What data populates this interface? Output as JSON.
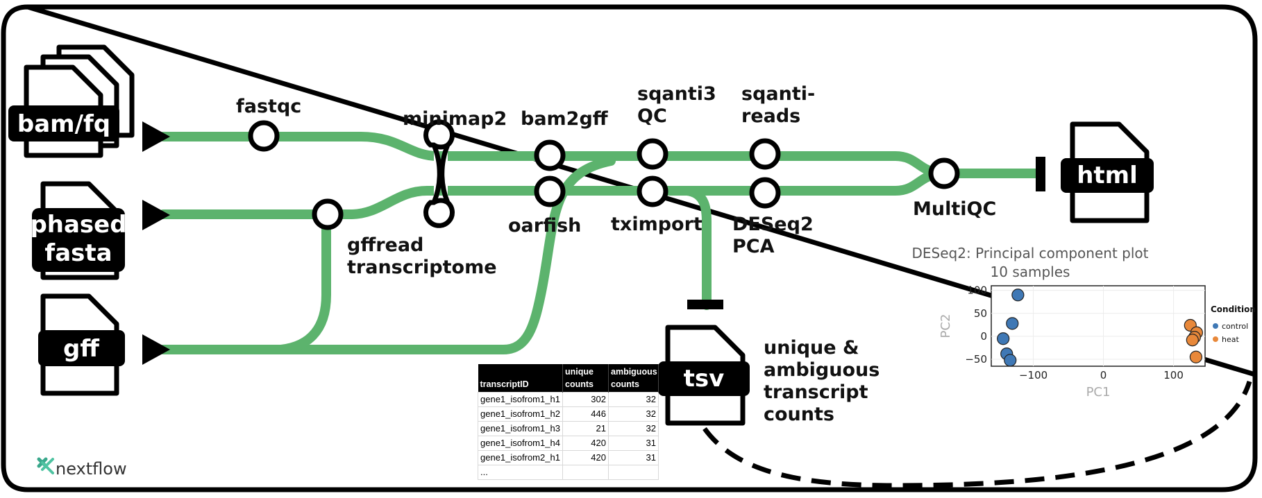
{
  "inputs": [
    {
      "label": "bam/fq",
      "multi": true
    },
    {
      "label": "phased fasta",
      "multi": false
    },
    {
      "label": "gff",
      "multi": false
    }
  ],
  "processes": {
    "fastqc": "fastqc",
    "minimap2": "minimap2",
    "bam2gff": "bam2gff",
    "sqanti3qc": "sqanti3 QC",
    "sqanti_reads": "sqanti- reads",
    "multiqc": "MultiQC",
    "gffread": "gffread transcriptome",
    "oarfish": "oarfish",
    "tximport": "tximport",
    "deseq2": "DESeq2 PCA"
  },
  "outputs": {
    "html": "html",
    "tsv": "tsv",
    "tsv_desc": "unique & ambiguous transcript counts"
  },
  "table": {
    "headers": [
      "transcriptID",
      "unique counts",
      "ambiguous counts"
    ],
    "rows": [
      [
        "gene1_isofrom1_h1",
        "302",
        "32"
      ],
      [
        "gene1_isofrom1_h2",
        "446",
        "32"
      ],
      [
        "gene1_isofrom1_h3",
        "21",
        "32"
      ],
      [
        "gene1_isofrom1_h4",
        "420",
        "31"
      ],
      [
        "gene1_isofrom2_h1",
        "420",
        "31"
      ],
      [
        "...",
        "",
        ""
      ]
    ]
  },
  "logo": "nextflow",
  "colors": {
    "line": "#5cb36d",
    "control": "#3f78b5",
    "heat": "#e8883a"
  },
  "chart_data": {
    "type": "scatter",
    "title": "DESeq2: Principal component plot 10 samples",
    "xlabel": "PC1",
    "ylabel": "PC2",
    "xlim": [
      -160,
      145
    ],
    "ylim": [
      -65,
      110
    ],
    "xticks": [
      -100,
      0,
      100
    ],
    "yticks": [
      100,
      50,
      0,
      -50
    ],
    "legend_title": "Condition",
    "legend_position": "right",
    "series": [
      {
        "name": "control",
        "points": [
          [
            -122,
            90
          ],
          [
            -130,
            28
          ],
          [
            -143,
            -5
          ],
          [
            -138,
            -38
          ],
          [
            -133,
            -52
          ]
        ]
      },
      {
        "name": "heat",
        "points": [
          [
            124,
            24
          ],
          [
            133,
            8
          ],
          [
            130,
            -2
          ],
          [
            127,
            -8
          ],
          [
            132,
            -45
          ]
        ]
      }
    ]
  }
}
